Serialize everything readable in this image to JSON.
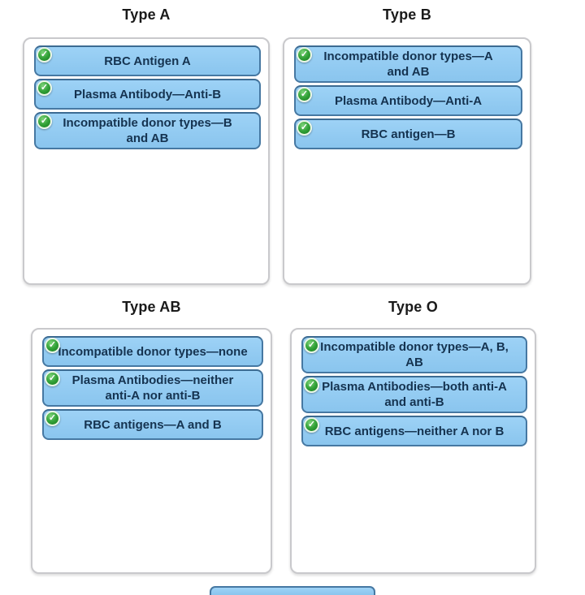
{
  "colors": {
    "chip_fill_top": "#9dd2f6",
    "chip_fill_bottom": "#8ac5ee",
    "chip_border": "#4678a2",
    "chip_text": "#153350",
    "check_badge_green": "#33a239",
    "zone_border": "#c9c9cc",
    "title_text": "#1a1a1a",
    "page_background": "#ffffff"
  },
  "groups": [
    {
      "title": "Type A",
      "chips": [
        {
          "label": "RBC Antigen A",
          "icon": "check-icon"
        },
        {
          "label": "Plasma Antibody—Anti-B",
          "icon": "check-icon"
        },
        {
          "label": "Incompatible donor types—B\nand AB",
          "icon": "check-icon"
        }
      ]
    },
    {
      "title": "Type B",
      "chips": [
        {
          "label": "Incompatible donor types—A\nand AB",
          "icon": "check-icon"
        },
        {
          "label": "Plasma Antibody—Anti-A",
          "icon": "check-icon"
        },
        {
          "label": "RBC antigen—B",
          "icon": "check-icon"
        }
      ]
    },
    {
      "title": "Type AB",
      "chips": [
        {
          "label": "Incompatible donor types—none",
          "icon": "check-icon"
        },
        {
          "label": "Plasma Antibodies—neither\nanti-A nor anti-B",
          "icon": "check-icon"
        },
        {
          "label": "RBC antigens—A and B",
          "icon": "check-icon"
        }
      ]
    },
    {
      "title": "Type O",
      "chips": [
        {
          "label": "Incompatible donor types—A, B,\nAB",
          "icon": "check-icon"
        },
        {
          "label": "Plasma Antibodies—both anti-A\nand anti-B",
          "icon": "check-icon"
        },
        {
          "label": "RBC antigens—neither A nor B",
          "icon": "check-icon"
        }
      ]
    }
  ]
}
